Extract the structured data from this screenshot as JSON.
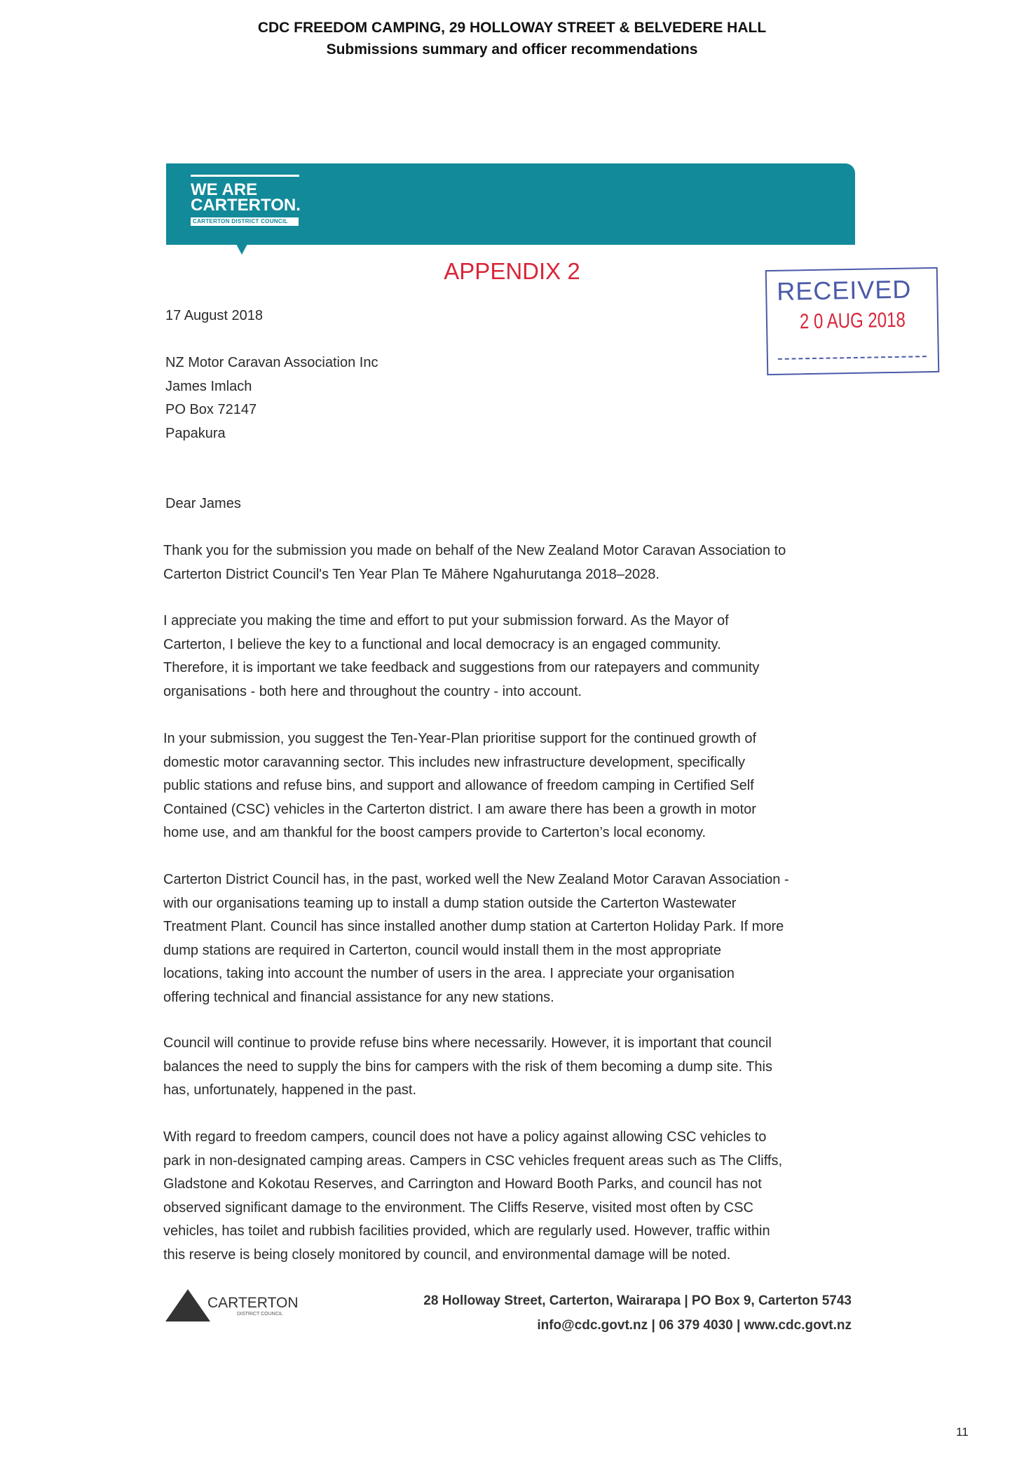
{
  "header": {
    "title": "CDC FREEDOM CAMPING, 29 HOLLOWAY STREET & BELVEDERE HALL",
    "subtitle": "Submissions summary and officer recommendations"
  },
  "letterhead": {
    "logo_line1": "WE ARE",
    "logo_line2": "CARTERTON.",
    "logo_sub": "CARTERTON DISTRICT COUNCIL",
    "brand_color": "#128a99"
  },
  "appendix": "APPENDIX 2",
  "stamp": {
    "label": "RECEIVED",
    "date": "2 0 AUG 2018"
  },
  "date": "17 August 2018",
  "address": [
    "NZ Motor Caravan Association Inc",
    "James Imlach",
    "PO Box 72147",
    "Papakura"
  ],
  "salutation": "Dear James",
  "paragraphs": [
    [
      "Thank you for the submission you made on behalf of the New Zealand Motor Caravan Association to",
      "Carterton District Council's Ten Year Plan Te Māhere Ngahurutanga 2018–2028."
    ],
    [
      "I appreciate you making the time and effort to put your submission forward. As the Mayor of",
      "Carterton, I believe the key to a functional and local democracy is an engaged community.",
      "Therefore, it is important we take feedback and suggestions from our ratepayers and community",
      "organisations - both here and throughout the country - into account."
    ],
    [
      "In your submission, you suggest the Ten-Year-Plan prioritise support for the continued growth of",
      "domestic motor caravanning sector. This includes new infrastructure development, specifically",
      "public stations and refuse bins, and support and allowance of freedom camping in Certified Self",
      "Contained (CSC) vehicles in the Carterton district. I am aware there has been a growth in motor",
      "home use, and am thankful for the boost campers provide to Carterton’s local economy."
    ],
    [
      "Carterton District Council has, in the past, worked well the New Zealand Motor Caravan Association -",
      "with our organisations teaming up to install a dump station outside the Carterton Wastewater",
      "Treatment Plant. Council has since installed another dump station at Carterton Holiday Park. If more",
      "dump stations are required in Carterton, council would install them in the most appropriate",
      "locations, taking into account the number of users in the area. I appreciate your organisation",
      "offering technical and financial assistance for any new stations."
    ],
    [
      "Council will continue to provide refuse bins where necessarily. However, it is important that council",
      "balances the need to supply the bins for campers with the risk of them becoming a dump site. This",
      "has, unfortunately, happened in the past."
    ],
    [
      "With regard to freedom campers, council does not have a policy against allowing CSC vehicles to",
      "park in non-designated camping areas. Campers in CSC vehicles frequent areas such as The Cliffs,",
      "Gladstone and Kokotau Reserves, and Carrington and Howard Booth Parks, and council has not",
      "observed significant damage to the environment. The Cliffs Reserve, visited most often by CSC",
      "vehicles, has toilet and rubbish facilities provided, which are regularly used. However, traffic within",
      "this reserve is being closely monitored by council, and environmental damage will be noted."
    ]
  ],
  "footer": {
    "logo_name": "CARTERTON",
    "logo_sub": "DISTRICT COUNCIL",
    "address": "28 Holloway Street, Carterton, Wairarapa | PO Box 9, Carterton 5743",
    "contact": "info@cdc.govt.nz | 06 379 4030 | www.cdc.govt.nz"
  },
  "page_number": "11"
}
